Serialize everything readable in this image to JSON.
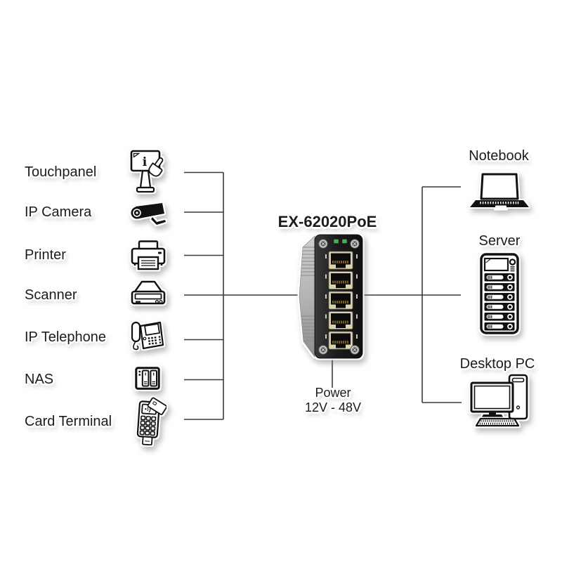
{
  "diagram": {
    "switch": {
      "model": "EX-62020PoE",
      "power_line1": "Power",
      "power_line2": "12V - 48V",
      "port_count": 5
    },
    "left_devices": [
      {
        "label": "Touchpanel",
        "icon": "touchpanel-icon"
      },
      {
        "label": "IP Camera",
        "icon": "ip-camera-icon"
      },
      {
        "label": "Printer",
        "icon": "printer-icon"
      },
      {
        "label": "Scanner",
        "icon": "scanner-icon"
      },
      {
        "label": "IP Telephone",
        "icon": "ip-telephone-icon"
      },
      {
        "label": "NAS",
        "icon": "nas-icon"
      },
      {
        "label": "Card Terminal",
        "icon": "card-terminal-icon"
      }
    ],
    "right_devices": [
      {
        "label": "Notebook",
        "icon": "notebook-icon"
      },
      {
        "label": "Server",
        "icon": "server-icon"
      },
      {
        "label": "Desktop PC",
        "icon": "desktop-pc-icon"
      }
    ],
    "colors": {
      "background": "#ffffff",
      "line": "#3b3b3b",
      "text": "#1c1c1c",
      "led_green": "#49b04f",
      "port_beige": "#d9d0b6"
    }
  }
}
